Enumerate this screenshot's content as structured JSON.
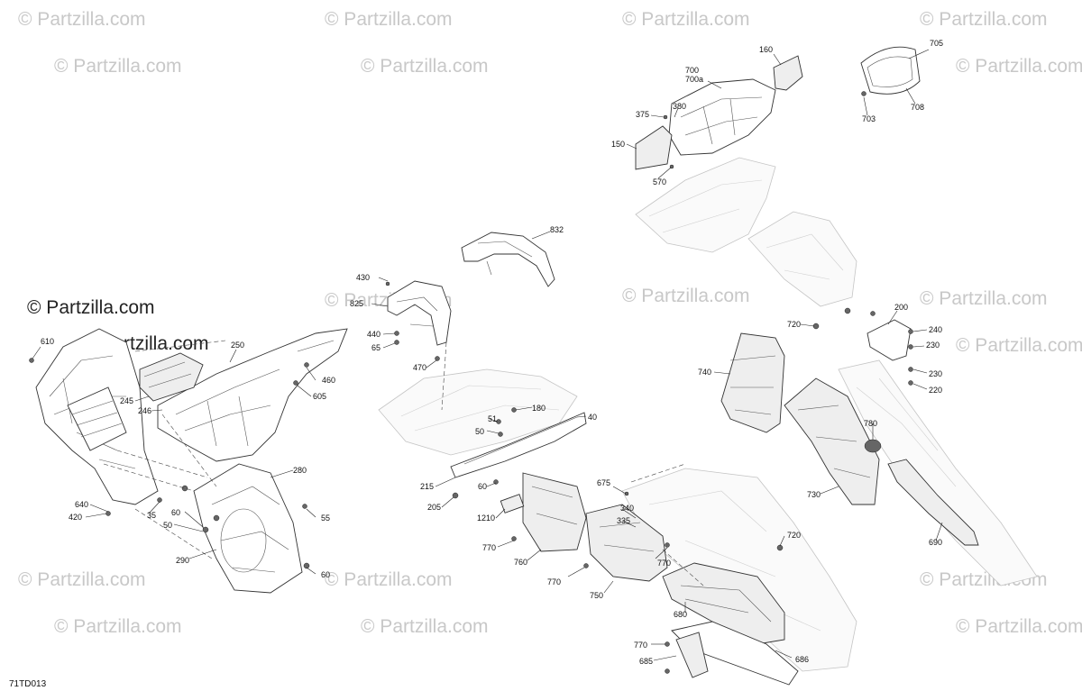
{
  "watermarks": {
    "text": "© Partzilla.com",
    "main_text": "© Partzilla.com"
  },
  "diagram_code": "71TD013",
  "callouts": [
    {
      "id": "160",
      "label": "160"
    },
    {
      "id": "705",
      "label": "705"
    },
    {
      "id": "700",
      "label": "700"
    },
    {
      "id": "700a",
      "label": "700a"
    },
    {
      "id": "375",
      "label": "375"
    },
    {
      "id": "380",
      "label": "380"
    },
    {
      "id": "150",
      "label": "150"
    },
    {
      "id": "570",
      "label": "570"
    },
    {
      "id": "703",
      "label": "703"
    },
    {
      "id": "708",
      "label": "708"
    },
    {
      "id": "832",
      "label": "832"
    },
    {
      "id": "430",
      "label": "430"
    },
    {
      "id": "825",
      "label": "825"
    },
    {
      "id": "440",
      "label": "440"
    },
    {
      "id": "65",
      "label": "65"
    },
    {
      "id": "470",
      "label": "470"
    },
    {
      "id": "610",
      "label": "610"
    },
    {
      "id": "250",
      "label": "250"
    },
    {
      "id": "460",
      "label": "460"
    },
    {
      "id": "605",
      "label": "605"
    },
    {
      "id": "245",
      "label": "245"
    },
    {
      "id": "246",
      "label": "246"
    },
    {
      "id": "720a",
      "label": "720"
    },
    {
      "id": "200",
      "label": "200"
    },
    {
      "id": "240",
      "label": "240"
    },
    {
      "id": "230a",
      "label": "230"
    },
    {
      "id": "230b",
      "label": "230"
    },
    {
      "id": "220",
      "label": "220"
    },
    {
      "id": "740",
      "label": "740"
    },
    {
      "id": "180",
      "label": "180"
    },
    {
      "id": "51",
      "label": "51"
    },
    {
      "id": "40",
      "label": "40"
    },
    {
      "id": "50",
      "label": "50"
    },
    {
      "id": "780",
      "label": "780"
    },
    {
      "id": "730",
      "label": "730"
    },
    {
      "id": "280",
      "label": "280"
    },
    {
      "id": "215",
      "label": "215"
    },
    {
      "id": "60a",
      "label": "60"
    },
    {
      "id": "675",
      "label": "675"
    },
    {
      "id": "205",
      "label": "205"
    },
    {
      "id": "640",
      "label": "640"
    },
    {
      "id": "420",
      "label": "420"
    },
    {
      "id": "35",
      "label": "35"
    },
    {
      "id": "60b",
      "label": "60"
    },
    {
      "id": "55",
      "label": "55"
    },
    {
      "id": "50b",
      "label": "50"
    },
    {
      "id": "1210",
      "label": "1210"
    },
    {
      "id": "340",
      "label": "340"
    },
    {
      "id": "335",
      "label": "335"
    },
    {
      "id": "690",
      "label": "690"
    },
    {
      "id": "290",
      "label": "290"
    },
    {
      "id": "770a",
      "label": "770"
    },
    {
      "id": "720b",
      "label": "720"
    },
    {
      "id": "760",
      "label": "760"
    },
    {
      "id": "60c",
      "label": "60"
    },
    {
      "id": "770b",
      "label": "770"
    },
    {
      "id": "770c",
      "label": "770"
    },
    {
      "id": "750",
      "label": "750"
    },
    {
      "id": "680",
      "label": "680"
    },
    {
      "id": "770d",
      "label": "770"
    },
    {
      "id": "685",
      "label": "685"
    },
    {
      "id": "686",
      "label": "686"
    }
  ]
}
